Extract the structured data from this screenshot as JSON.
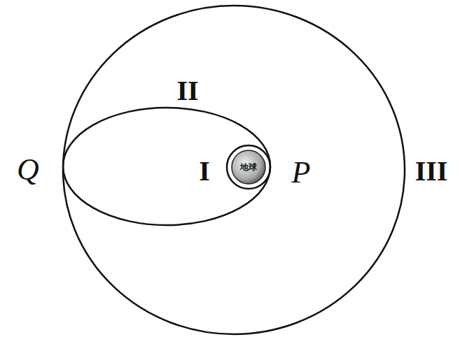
{
  "diagram": {
    "nodes": [
      {
        "text": [
          "地球"
        ]
      }
    ],
    "labels": [
      "Q",
      "II",
      "I",
      "P",
      "III"
    ]
  }
}
